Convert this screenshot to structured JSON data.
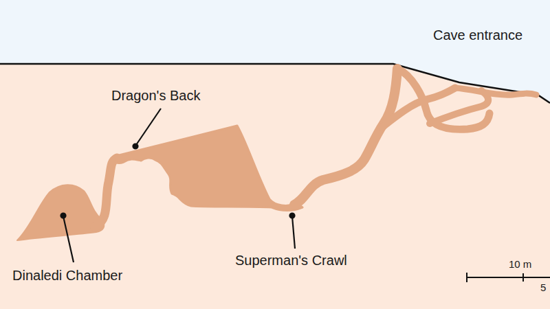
{
  "diagram": {
    "labels": [
      "Cave entrance",
      "Dragon's Back",
      "Superman's Crawl",
      "Dinaledi Chamber",
      "10 m",
      "5"
    ]
  }
}
